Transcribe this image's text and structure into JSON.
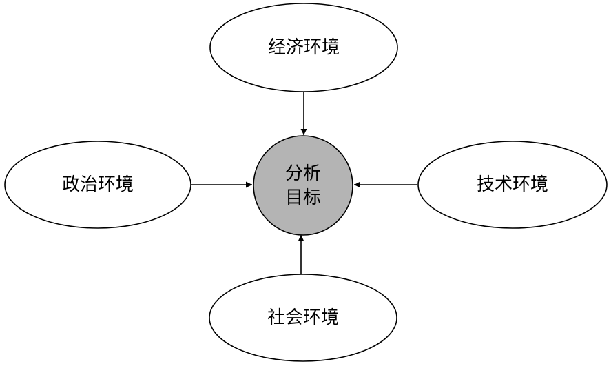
{
  "diagram": {
    "center": {
      "line1": "分析",
      "line2": "目标",
      "fill_color": "#b4b4b4"
    },
    "nodes": {
      "top": {
        "label": "经济环境"
      },
      "left": {
        "label": "政治环境"
      },
      "right": {
        "label": "技术环境"
      },
      "bottom": {
        "label": "社会环境"
      }
    },
    "edges": [
      {
        "from": "经济环境",
        "to": "分析目标"
      },
      {
        "from": "政治环境",
        "to": "分析目标"
      },
      {
        "from": "技术环境",
        "to": "分析目标"
      },
      {
        "from": "社会环境",
        "to": "分析目标"
      }
    ]
  }
}
